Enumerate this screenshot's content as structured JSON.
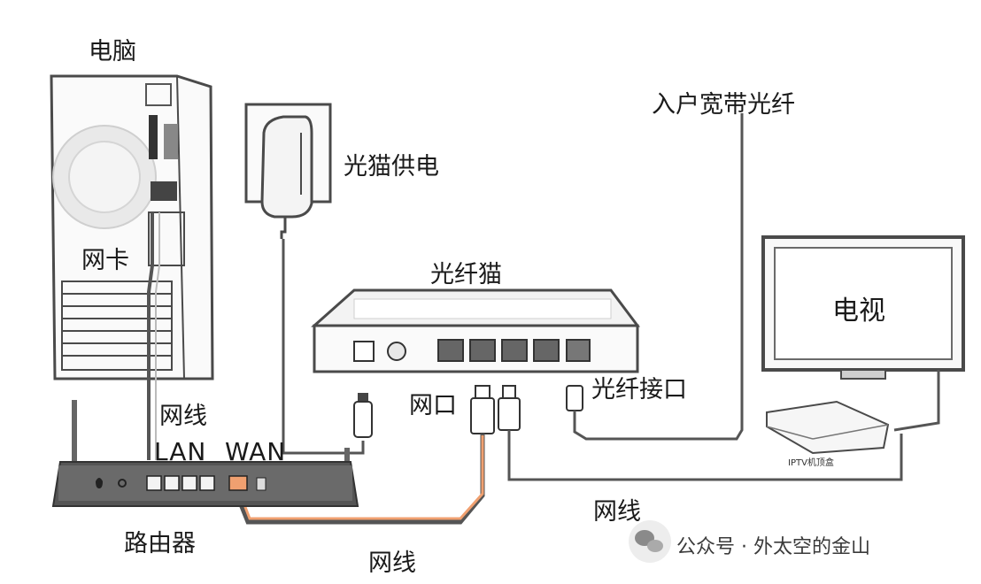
{
  "labels": {
    "computer": "电脑",
    "nic": "网卡",
    "modem_power": "光猫供电",
    "fiber_in": "入户宽带光纤",
    "modem": "光纤猫",
    "tv": "电视",
    "cable_pc_router": "网线",
    "lan": "LAN",
    "wan": "WAN",
    "router": "路由器",
    "modem_net_port": "网口",
    "fiber_port": "光纤接口",
    "iptv_box": "IPTV机顶盒",
    "cable_iptv": "网线",
    "cable_wan": "网线"
  },
  "watermark": {
    "text": "公众号 · 外太空的金山"
  },
  "colors": {
    "outline": "#4a4a4a",
    "cable": "#555555",
    "wan_cable": "#f0a070",
    "router_body": "#555555",
    "watermark_icon": "#2db045"
  }
}
